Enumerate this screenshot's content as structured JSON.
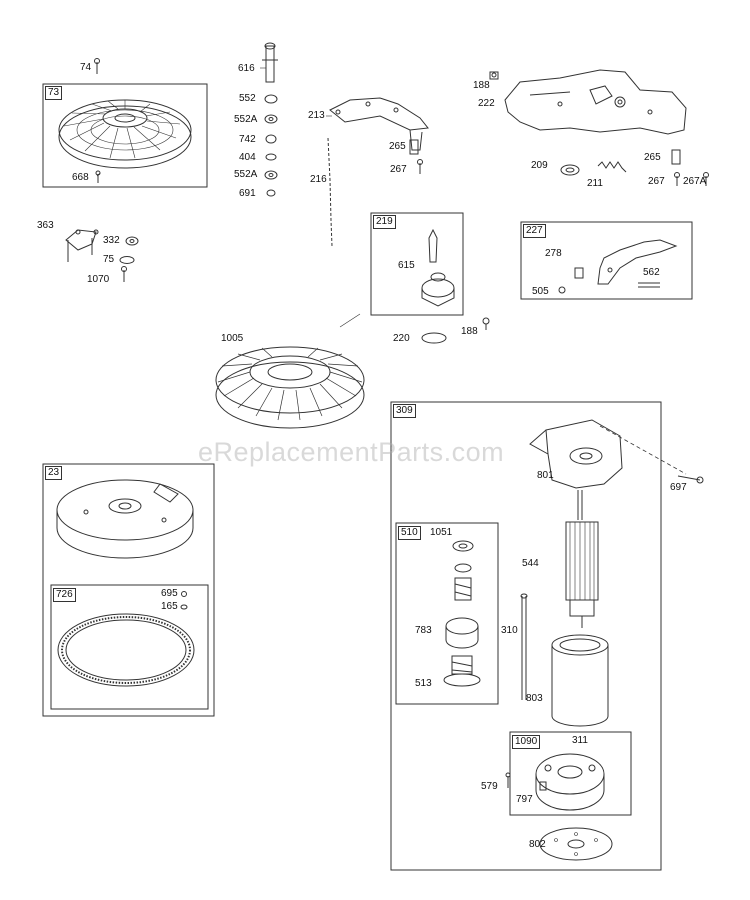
{
  "watermark": "eReplacementParts.com",
  "boxes": {
    "b73": "73",
    "b219": "219",
    "b227": "227",
    "b309": "309",
    "b23": "23",
    "b726": "726",
    "b510": "510",
    "b1090": "1090"
  },
  "parts": {
    "p74": "74",
    "p668": "668",
    "p616": "616",
    "p552": "552",
    "p552a_1": "552A",
    "p742": "742",
    "p404": "404",
    "p552a_2": "552A",
    "p691": "691",
    "p213": "213",
    "p216": "216",
    "p265_1": "265",
    "p267_1": "267",
    "p188_1": "188",
    "p222": "222",
    "p209": "209",
    "p211": "211",
    "p265_2": "265",
    "p267_2": "267",
    "p267a": "267A",
    "p363": "363",
    "p332": "332",
    "p75": "75",
    "p1070": "1070",
    "p615": "615",
    "p220": "220",
    "p188_2": "188",
    "p278": "278",
    "p562": "562",
    "p505": "505",
    "p1005": "1005",
    "p801": "801",
    "p697": "697",
    "p1051": "1051",
    "p544": "544",
    "p783": "783",
    "p310": "310",
    "p513": "513",
    "p803": "803",
    "p311": "311",
    "p579": "579",
    "p797": "797",
    "p802": "802",
    "p695": "695",
    "p165": "165"
  }
}
